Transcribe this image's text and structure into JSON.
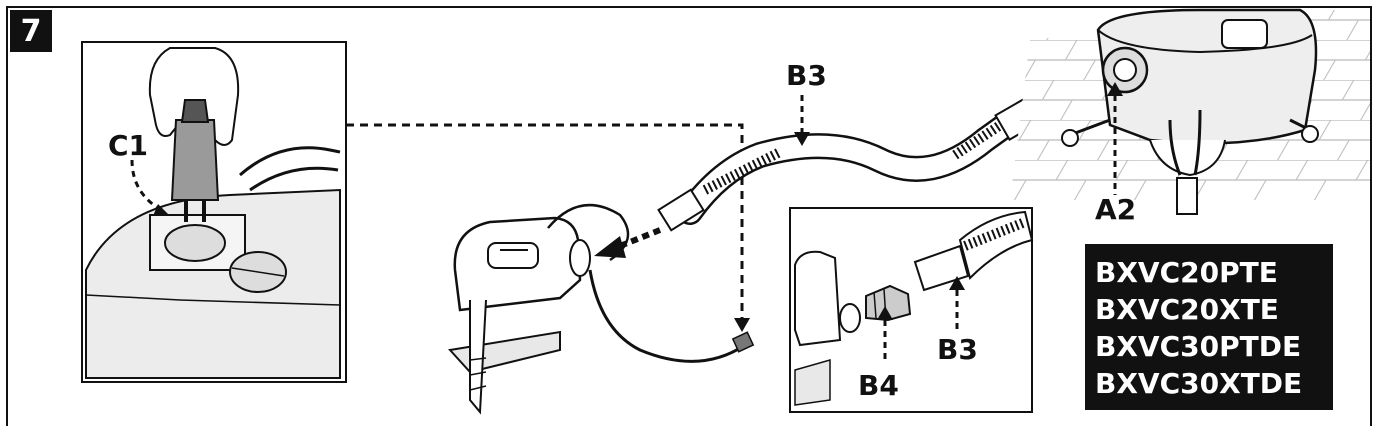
{
  "step": "7",
  "labels": {
    "c1": "C1",
    "b3_top": "B3",
    "a2": "A2",
    "b4": "B4",
    "b3_detail": "B3"
  },
  "models": [
    "BXVC20PTE",
    "BXVC20XTE",
    "BXVC30PTDE",
    "BXVC30XTDE"
  ],
  "colors": {
    "ink": "#111111",
    "paper": "#ffffff",
    "shade": "#d8d8d8"
  }
}
